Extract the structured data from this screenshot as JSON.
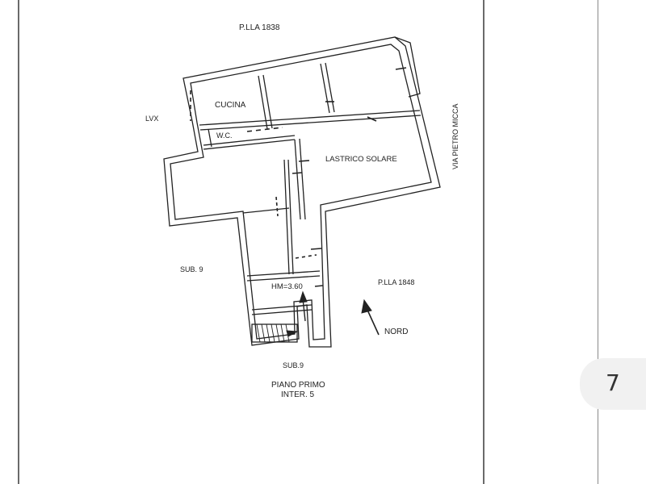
{
  "page": {
    "page_number": "7"
  },
  "labels": {
    "parcel_north": "P.LLA 1838",
    "parcel_east": "P.LLA 1848",
    "lvx": "LVX",
    "kitchen": "CUCINA",
    "wc": "W.C.",
    "terrace": "LASTRICO SOLARE",
    "street": "VIA PIETRO MICCA",
    "sub_left": "SUB. 9",
    "sub_bottom": "SUB.9",
    "height": "HM=3.60",
    "north": "NORD",
    "floor": "PIANO PRIMO",
    "internal": "INTER. 5"
  },
  "colors": {
    "wall": "#222222",
    "frame": "#6a6a6a",
    "badge": "#f1f1f1"
  }
}
